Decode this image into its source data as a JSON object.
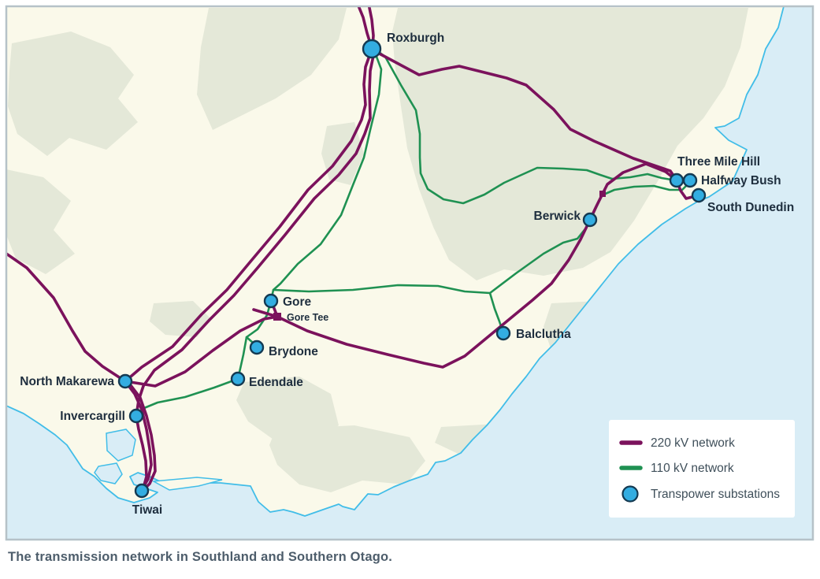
{
  "caption": "The transmission network in Southland and Southern Otago.",
  "legend": {
    "items": [
      {
        "id": "220kv",
        "label": "220 kV network",
        "color": "#7b125c"
      },
      {
        "id": "110kv",
        "label": "110 kV network",
        "color": "#1f9152"
      },
      {
        "id": "substations",
        "label": "Transpower substations",
        "color": "#33ade1"
      }
    ]
  },
  "map": {
    "stations": {
      "roxburgh": {
        "label": "Roxburgh"
      },
      "three_mile_hill": {
        "label": "Three Mile Hill"
      },
      "halfway_bush": {
        "label": "Halfway Bush"
      },
      "south_dunedin": {
        "label": "South Dunedin"
      },
      "berwick": {
        "label": "Berwick"
      },
      "gore": {
        "label": "Gore"
      },
      "gore_tee": {
        "label": "Gore Tee"
      },
      "brydone": {
        "label": "Brydone"
      },
      "balclutha": {
        "label": "Balclutha"
      },
      "edendale": {
        "label": "Edendale"
      },
      "north_makarewa": {
        "label": "North Makarewa"
      },
      "invercargill": {
        "label": "Invercargill"
      },
      "tiwai": {
        "label": "Tiwai"
      }
    }
  },
  "colors": {
    "line_220kv": "#7b125c",
    "line_110kv": "#1f9152",
    "substation_fill": "#33ade1",
    "substation_stroke": "#143a52",
    "ocean": "#d9edf6",
    "coastline": "#41bde8",
    "land": "#faf9ea",
    "terrain": "#e4e8d8",
    "label_text": "#1e2e3e",
    "caption_text": "#4d5d6b"
  }
}
